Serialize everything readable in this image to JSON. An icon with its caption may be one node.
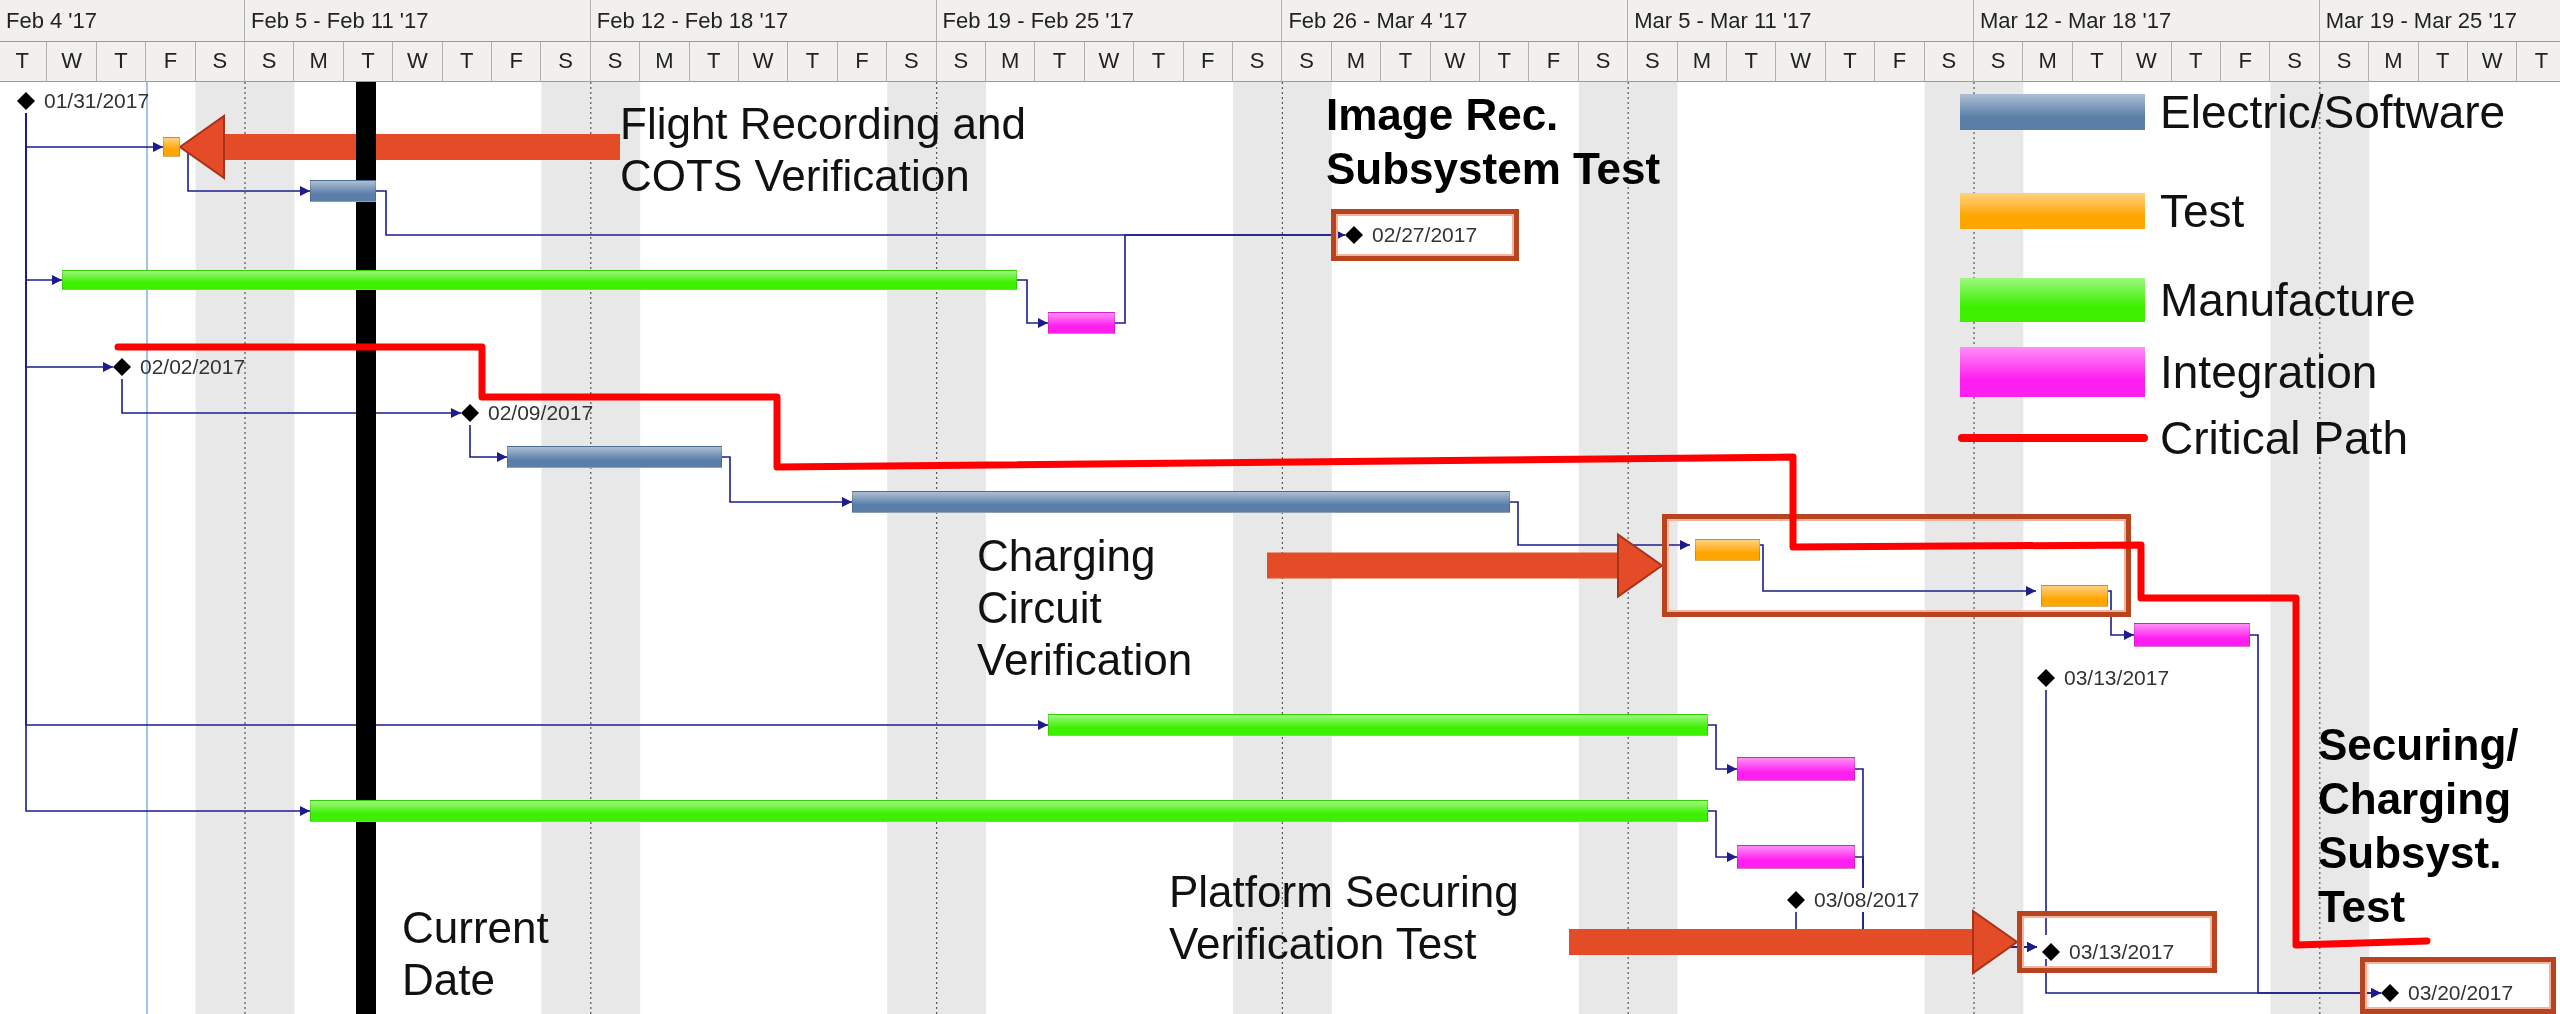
{
  "diagram": {
    "nodes": [
      {
        "text": [
          "01/31/2017"
        ]
      },
      {
        "text": [],
        "shape": "bar"
      },
      {
        "text": [],
        "shape": "bar"
      },
      {
        "text": [
          "Image Rec. Subsystem Test"
        ]
      },
      {
        "text": [
          "02/27/2017"
        ],
        "in": 3
      },
      {
        "text": [],
        "shape": "bar"
      },
      {
        "text": [],
        "shape": "bar"
      },
      {
        "text": [
          "02/02/2017"
        ]
      },
      {
        "text": [
          "02/09/2017"
        ]
      },
      {
        "text": [],
        "shape": "bar"
      },
      {
        "text": [],
        "shape": "bar"
      },
      {
        "text": [],
        "shape": "box"
      },
      {
        "text": [],
        "shape": "bar",
        "in": 11
      },
      {
        "text": [],
        "shape": "bar",
        "in": 11
      },
      {
        "text": [],
        "shape": "bar"
      },
      {
        "text": [
          "03/13/2017"
        ]
      },
      {
        "text": [],
        "shape": "bar"
      },
      {
        "text": [],
        "shape": "bar"
      },
      {
        "text": [],
        "shape": "bar"
      },
      {
        "text": [],
        "shape": "bar"
      },
      {
        "text": [
          "03/08/2017"
        ]
      },
      {
        "text": [],
        "shape": "box"
      },
      {
        "text": [
          "03/13/2017"
        ],
        "in": 21
      },
      {
        "text": [
          "Securing/ Charging Subsyst. Test"
        ]
      },
      {
        "text": [
          "03/20/2017"
        ],
        "in": 23
      },
      {
        "text": [
          "Flight Recording and COTS Verification"
        ]
      },
      {
        "text": [
          "Charging Circuit Verification"
        ]
      },
      {
        "text": [
          "Platform Securing Verification Test"
        ]
      },
      {
        "text": [],
        "shape": "line",
        "beside": [
          "Current Date"
        ]
      }
    ],
    "edges": [
      {
        "from": 0,
        "to": 1,
        "arrow": "to"
      },
      {
        "from": 0,
        "to": 5,
        "arrow": "to"
      },
      {
        "from": 0,
        "to": 7,
        "arrow": "to"
      },
      {
        "from": 0,
        "to": 16,
        "arrow": "to"
      },
      {
        "from": 0,
        "to": 18,
        "arrow": "to"
      },
      {
        "from": 1,
        "to": 2,
        "arrow": "to"
      },
      {
        "from": 2,
        "to": 4,
        "arrow": "to"
      },
      {
        "from": 5,
        "to": 6,
        "arrow": "to"
      },
      {
        "from": 6,
        "to": 4,
        "arrow": "to"
      },
      {
        "from": 7,
        "to": 8,
        "arrow": "to"
      },
      {
        "from": 8,
        "to": 9,
        "arrow": "to"
      },
      {
        "from": 9,
        "to": 10,
        "arrow": "to"
      },
      {
        "from": 10,
        "to": 12,
        "arrow": "to"
      },
      {
        "from": 12,
        "to": 13,
        "arrow": "to"
      },
      {
        "from": 13,
        "to": 14,
        "arrow": "to"
      },
      {
        "from": 14,
        "to": 24,
        "arrow": "to"
      },
      {
        "from": 15,
        "to": 22,
        "arrow": "none"
      },
      {
        "from": 16,
        "to": 17,
        "arrow": "to"
      },
      {
        "from": 18,
        "to": 19,
        "arrow": "to"
      },
      {
        "from": 17,
        "to": 22,
        "arrow": "to"
      },
      {
        "from": 19,
        "to": 22,
        "arrow": "to"
      },
      {
        "from": 20,
        "to": 22,
        "arrow": "to"
      },
      {
        "from": 22,
        "to": 24,
        "arrow": "to"
      },
      {
        "from": 25,
        "to": 1,
        "arrow": "to",
        "style": "thick",
        "color": "#e34c26"
      },
      {
        "from": 26,
        "to": 11,
        "arrow": "to",
        "style": "thick",
        "color": "#e34c26"
      },
      {
        "from": 27,
        "to": 21,
        "arrow": "to",
        "style": "thick",
        "color": "#e34c26"
      }
    ],
    "labels": [
      "Feb 4 '17",
      "Feb 5 - Feb 11 '17",
      "Feb 12 - Feb 18 '17",
      "Feb 19 - Feb 25 '17",
      "Feb 26 - Mar 4 '17",
      "Mar 5 - Mar 11 '17",
      "Mar 12 - Mar 18 '17",
      "Mar 19 - Mar 25 '17",
      "T",
      "W",
      "T",
      "F",
      "S",
      "S",
      "M",
      "T",
      "W",
      "T",
      "F",
      "S",
      "S",
      "M",
      "T",
      "W",
      "T",
      "F",
      "S",
      "S",
      "M",
      "T",
      "W",
      "T",
      "F",
      "S",
      "S",
      "M",
      "T",
      "W",
      "T",
      "F",
      "S",
      "S",
      "M",
      "T",
      "W",
      "T",
      "F",
      "S",
      "S",
      "M",
      "T",
      "W",
      "T",
      "F",
      "S",
      "S",
      "M",
      "T",
      "W",
      "T"
    ],
    "legend": [
      {
        "text": "Electric/Software",
        "color": "#5a7ea8"
      },
      {
        "text": "Test",
        "color": "#ffa500"
      },
      {
        "text": "Manufacture",
        "color": "#3cf000"
      },
      {
        "text": "Integration",
        "color": "#ff1ef0"
      },
      {
        "text": "Critical Path"
      }
    ]
  }
}
